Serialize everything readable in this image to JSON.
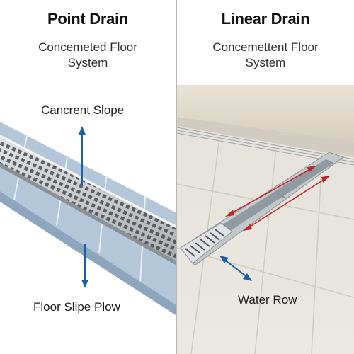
{
  "left": {
    "title": "Point Drain",
    "subtitle_line1": "Concemeted Floor",
    "subtitle_line2": "System",
    "label_top": "Cancrent Slope",
    "label_bottom": "Floor Slipe Plow"
  },
  "right": {
    "title": "Linear Drain",
    "subtitle_line1": "Concemettent Floor",
    "subtitle_line2": "System",
    "label_bottom": "Water Row"
  },
  "colors": {
    "blue_arrow": "#1a5fa8",
    "red_arrow": "#c0262b",
    "tile_blue": "#b9cbdb",
    "steel": "#c9cdd1",
    "floor_tile": "#e6e3dc"
  }
}
